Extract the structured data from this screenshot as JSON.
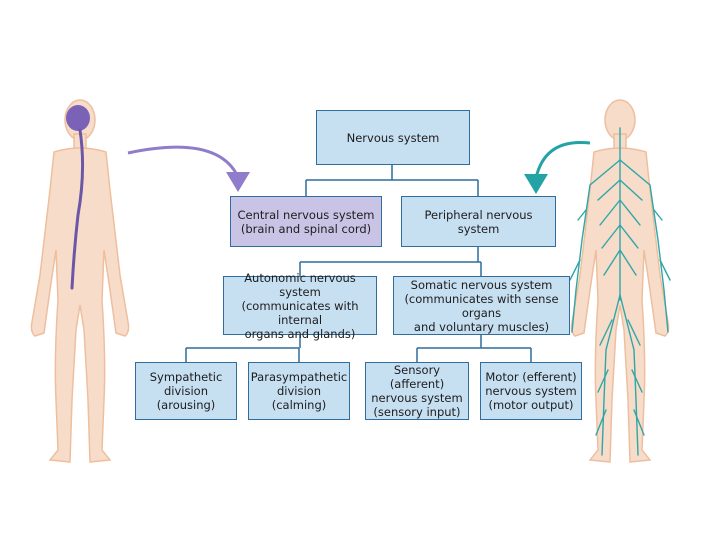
{
  "diagram": {
    "root": {
      "label": "Nervous system"
    },
    "central": {
      "line1": "Central nervous system",
      "line2": "(brain and spinal cord)"
    },
    "peripheral": {
      "label": "Peripheral nervous system"
    },
    "autonomic": {
      "line1": "Autonomic nervous system",
      "line2": "(communicates with internal",
      "line3": "organs and glands)"
    },
    "somatic": {
      "line1": "Somatic nervous system",
      "line2": "(communicates with sense organs",
      "line3": "and voluntary muscles)"
    },
    "sympathetic": {
      "line1": "Sympathetic",
      "line2": "division",
      "line3": "(arousing)"
    },
    "parasympathetic": {
      "line1": "Parasympathetic",
      "line2": "division",
      "line3": "(calming)"
    },
    "sensory": {
      "line1": "Sensory (afferent)",
      "line2": "nervous system",
      "line3": "(sensory input)"
    },
    "motor": {
      "line1": "Motor (efferent)",
      "line2": "nervous system",
      "line3": "(motor output)"
    }
  },
  "colors": {
    "box_fill": "#c6dff1",
    "central_fill": "#c9c4e6",
    "border": "#2f6d9e",
    "skin": "#f7dcc9",
    "brain": "#7a63b6",
    "nerves": "#2fa6a8"
  },
  "icons": {
    "left_figure": "human-body-cns-icon",
    "right_figure": "human-body-pns-icon"
  }
}
